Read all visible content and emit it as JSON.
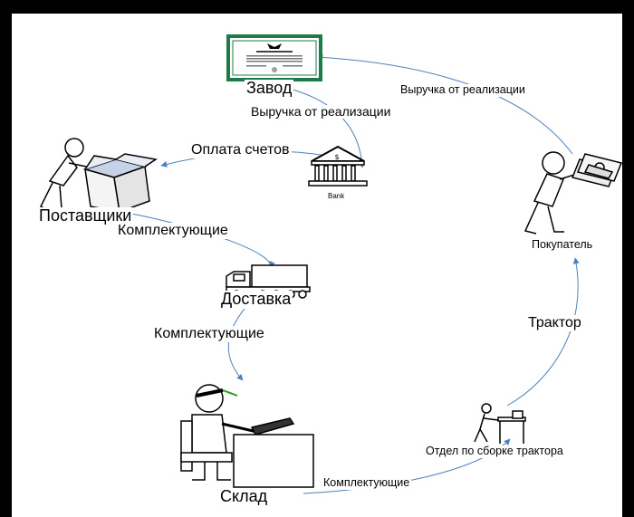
{
  "nodes": {
    "factory": "Завод",
    "suppliers": "Поставщики",
    "delivery": "Доставка",
    "warehouse": "Склад",
    "assembly": "Отдел по сборке трактора",
    "buyer": "Покупатель",
    "bank": "Bank"
  },
  "edges": {
    "buyer_to_factory": "Выручка от реализации",
    "factory_to_bank": "Выручка от реализации",
    "bank_to_suppliers": "Оплата счетов",
    "suppliers_to_delivery": "Комплектующие",
    "delivery_to_warehouse": "Комплектующие",
    "warehouse_to_assembly": "Комплектующие",
    "assembly_to_buyer": "Трактор"
  },
  "colors": {
    "arrow": "#4f81bd",
    "border": "#000000",
    "certificate": "#1f7a4a"
  }
}
